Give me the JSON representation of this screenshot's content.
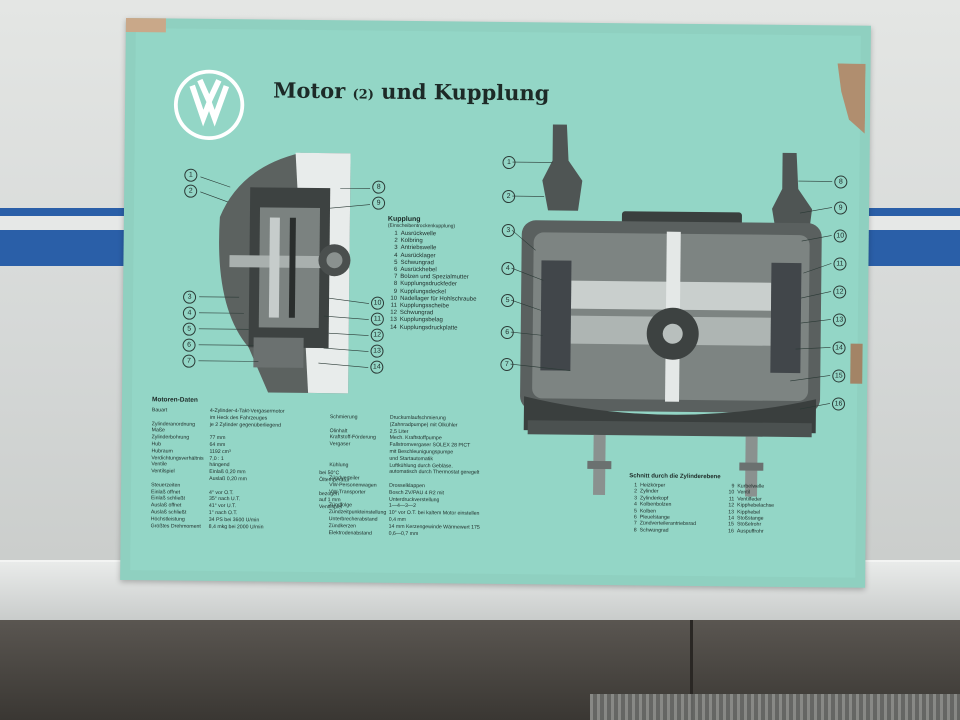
{
  "poster": {
    "title_main": "Motor",
    "title_num": "(2)",
    "title_rest": "und Kupplung",
    "logo": "vw-logo",
    "accent": "#93d6c6"
  },
  "left_callouts": [
    "1",
    "2",
    "3",
    "4",
    "5",
    "6",
    "7",
    "8",
    "9",
    "10",
    "11",
    "12",
    "13",
    "14"
  ],
  "right_callouts": [
    "1",
    "2",
    "3",
    "4",
    "5",
    "6",
    "7",
    "8",
    "9",
    "10",
    "11",
    "12",
    "13",
    "14",
    "15",
    "16"
  ],
  "kupplung": {
    "heading": "Kupplung",
    "subheading": "(Einscheibentrockenkupplung)",
    "items": [
      {
        "n": "1",
        "label": "Ausrückwelle"
      },
      {
        "n": "2",
        "label": "Kolbring"
      },
      {
        "n": "3",
        "label": "Antriebswelle"
      },
      {
        "n": "4",
        "label": "Ausrücklager"
      },
      {
        "n": "5",
        "label": "Schwungrad"
      },
      {
        "n": "6",
        "label": "Ausrückhebel"
      },
      {
        "n": "7",
        "label": "Bolzen und Spezialmutter"
      },
      {
        "n": "8",
        "label": "Kupplungsdruckfeder"
      },
      {
        "n": "9",
        "label": "Kupplungsdeckel"
      },
      {
        "n": "10",
        "label": "Nadellager für Hohlschraube"
      },
      {
        "n": "11",
        "label": "Kupplungsscheibe"
      },
      {
        "n": "12",
        "label": "Schwungrad"
      },
      {
        "n": "13",
        "label": "Kupplungsbelag"
      },
      {
        "n": "14",
        "label": "Kupplungsdruckplatte"
      }
    ]
  },
  "motor_daten": {
    "heading": "Motoren-Daten",
    "rows": [
      {
        "k": "Bauart",
        "v": "4-Zylinder-4-Takt-Vergasermotor",
        "x": ""
      },
      {
        "k": "",
        "v": "im Heck des Fahrzeuges",
        "x": ""
      },
      {
        "k": "Zylinderanordnung",
        "v": "je 2 Zylinder gegenüberliegend",
        "x": ""
      },
      {
        "k": "Maße",
        "v": "",
        "x": ""
      },
      {
        "k": "Zylinderbohrung",
        "v": "77 mm",
        "x": ""
      },
      {
        "k": "Hub",
        "v": "64 mm",
        "x": ""
      },
      {
        "k": "Hubraum",
        "v": "1192 cm³",
        "x": ""
      },
      {
        "k": "Verdichtungsverhältnis",
        "v": "7,0 : 1",
        "x": ""
      },
      {
        "k": "Ventile",
        "v": "hängend",
        "x": ""
      },
      {
        "k": "Ventilspiel",
        "v": "Einlaß 0,20 mm",
        "x": "bei 50°C"
      },
      {
        "k": "",
        "v": "Auslaß 0,20 mm",
        "x": "Öltemperatur"
      },
      {
        "k": "Steuerzeiten",
        "v": "",
        "x": ""
      },
      {
        "k": "Einlaß öffnet",
        "v": "4° vor O.T.",
        "x": "bezogen"
      },
      {
        "k": "Einlaß schließt",
        "v": "35° nach U.T.",
        "x": "auf 1 mm"
      },
      {
        "k": "Auslaß öffnet",
        "v": "41° vor U.T.",
        "x": "Ventilspiel"
      },
      {
        "k": "Auslaß schließt",
        "v": "1° nach O.T.",
        "x": ""
      },
      {
        "k": "Höchstleistung",
        "v": "34 PS bei 3600 U/min",
        "x": ""
      },
      {
        "k": "Größtes Drehmoment",
        "v": "8,4 mkg bei 2000 U/min",
        "x": ""
      }
    ]
  },
  "misc_daten": {
    "rows": [
      {
        "k": "Schmierung",
        "v": "Druckumlaufschmierung"
      },
      {
        "k": "",
        "v": "(Zahnradpumpe) mit Ölkühler"
      },
      {
        "k": "Ölinhalt",
        "v": "2,5 Liter"
      },
      {
        "k": "Kraftstoff-Förderung",
        "v": "Mech. Kraftstoffpumpe"
      },
      {
        "k": "Vergaser",
        "v": "Fallstromvergaser SOLEX 28 PICT"
      },
      {
        "k": "",
        "v": "mit Beschleunigungspumpe"
      },
      {
        "k": "",
        "v": "und Startautomatik"
      },
      {
        "k": "Kühlung",
        "v": "Luftkühlung durch Gebläse,"
      },
      {
        "k": "",
        "v": "automatisch durch Thermostat geregelt"
      },
      {
        "k": "Zündverteiler",
        "v": ""
      },
      {
        "k": "VW-Personenwagen",
        "v": "Drosselklappen"
      },
      {
        "k": "VW-Transporter",
        "v": "Bosch ZV/PAU 4 R2 mit"
      },
      {
        "k": "",
        "v": "Unterdruckverstellung"
      },
      {
        "k": "Zündfolge",
        "v": "1—4—3—2"
      },
      {
        "k": "Zündzeitpunkteinstellung",
        "v": "10° vor O.T. bei kaltem Motor einstellen"
      },
      {
        "k": "Unterbrecherabstand",
        "v": "0,4 mm"
      },
      {
        "k": "Zündkerzen",
        "v": "14 mm Kerzengewinde Wärmewert 175"
      },
      {
        "k": "Elektrodenabstand",
        "v": "0,6—0,7 mm"
      }
    ]
  },
  "schnitt": {
    "heading": "Schnitt durch die Zylinderebene",
    "col1": [
      {
        "n": "1",
        "label": "Heizkörper"
      },
      {
        "n": "2",
        "label": "Zylinder"
      },
      {
        "n": "3",
        "label": "Zylinderkopf"
      },
      {
        "n": "4",
        "label": "Kolbenbolzen"
      },
      {
        "n": "5",
        "label": "Kolben"
      },
      {
        "n": "6",
        "label": "Pleuelstange"
      },
      {
        "n": "7",
        "label": "Zündverteilerantriebsrad"
      },
      {
        "n": "8",
        "label": "Schwungrad"
      }
    ],
    "col2": [
      {
        "n": "9",
        "label": "Kurbelwelle"
      },
      {
        "n": "10",
        "label": "Ventil"
      },
      {
        "n": "11",
        "label": "Ventilfeder"
      },
      {
        "n": "12",
        "label": "Kipphebelachse"
      },
      {
        "n": "13",
        "label": "Kipphebel"
      },
      {
        "n": "14",
        "label": "Stoßstange"
      },
      {
        "n": "15",
        "label": "Stößelrohr"
      },
      {
        "n": "16",
        "label": "Auspuffrohr"
      }
    ]
  }
}
